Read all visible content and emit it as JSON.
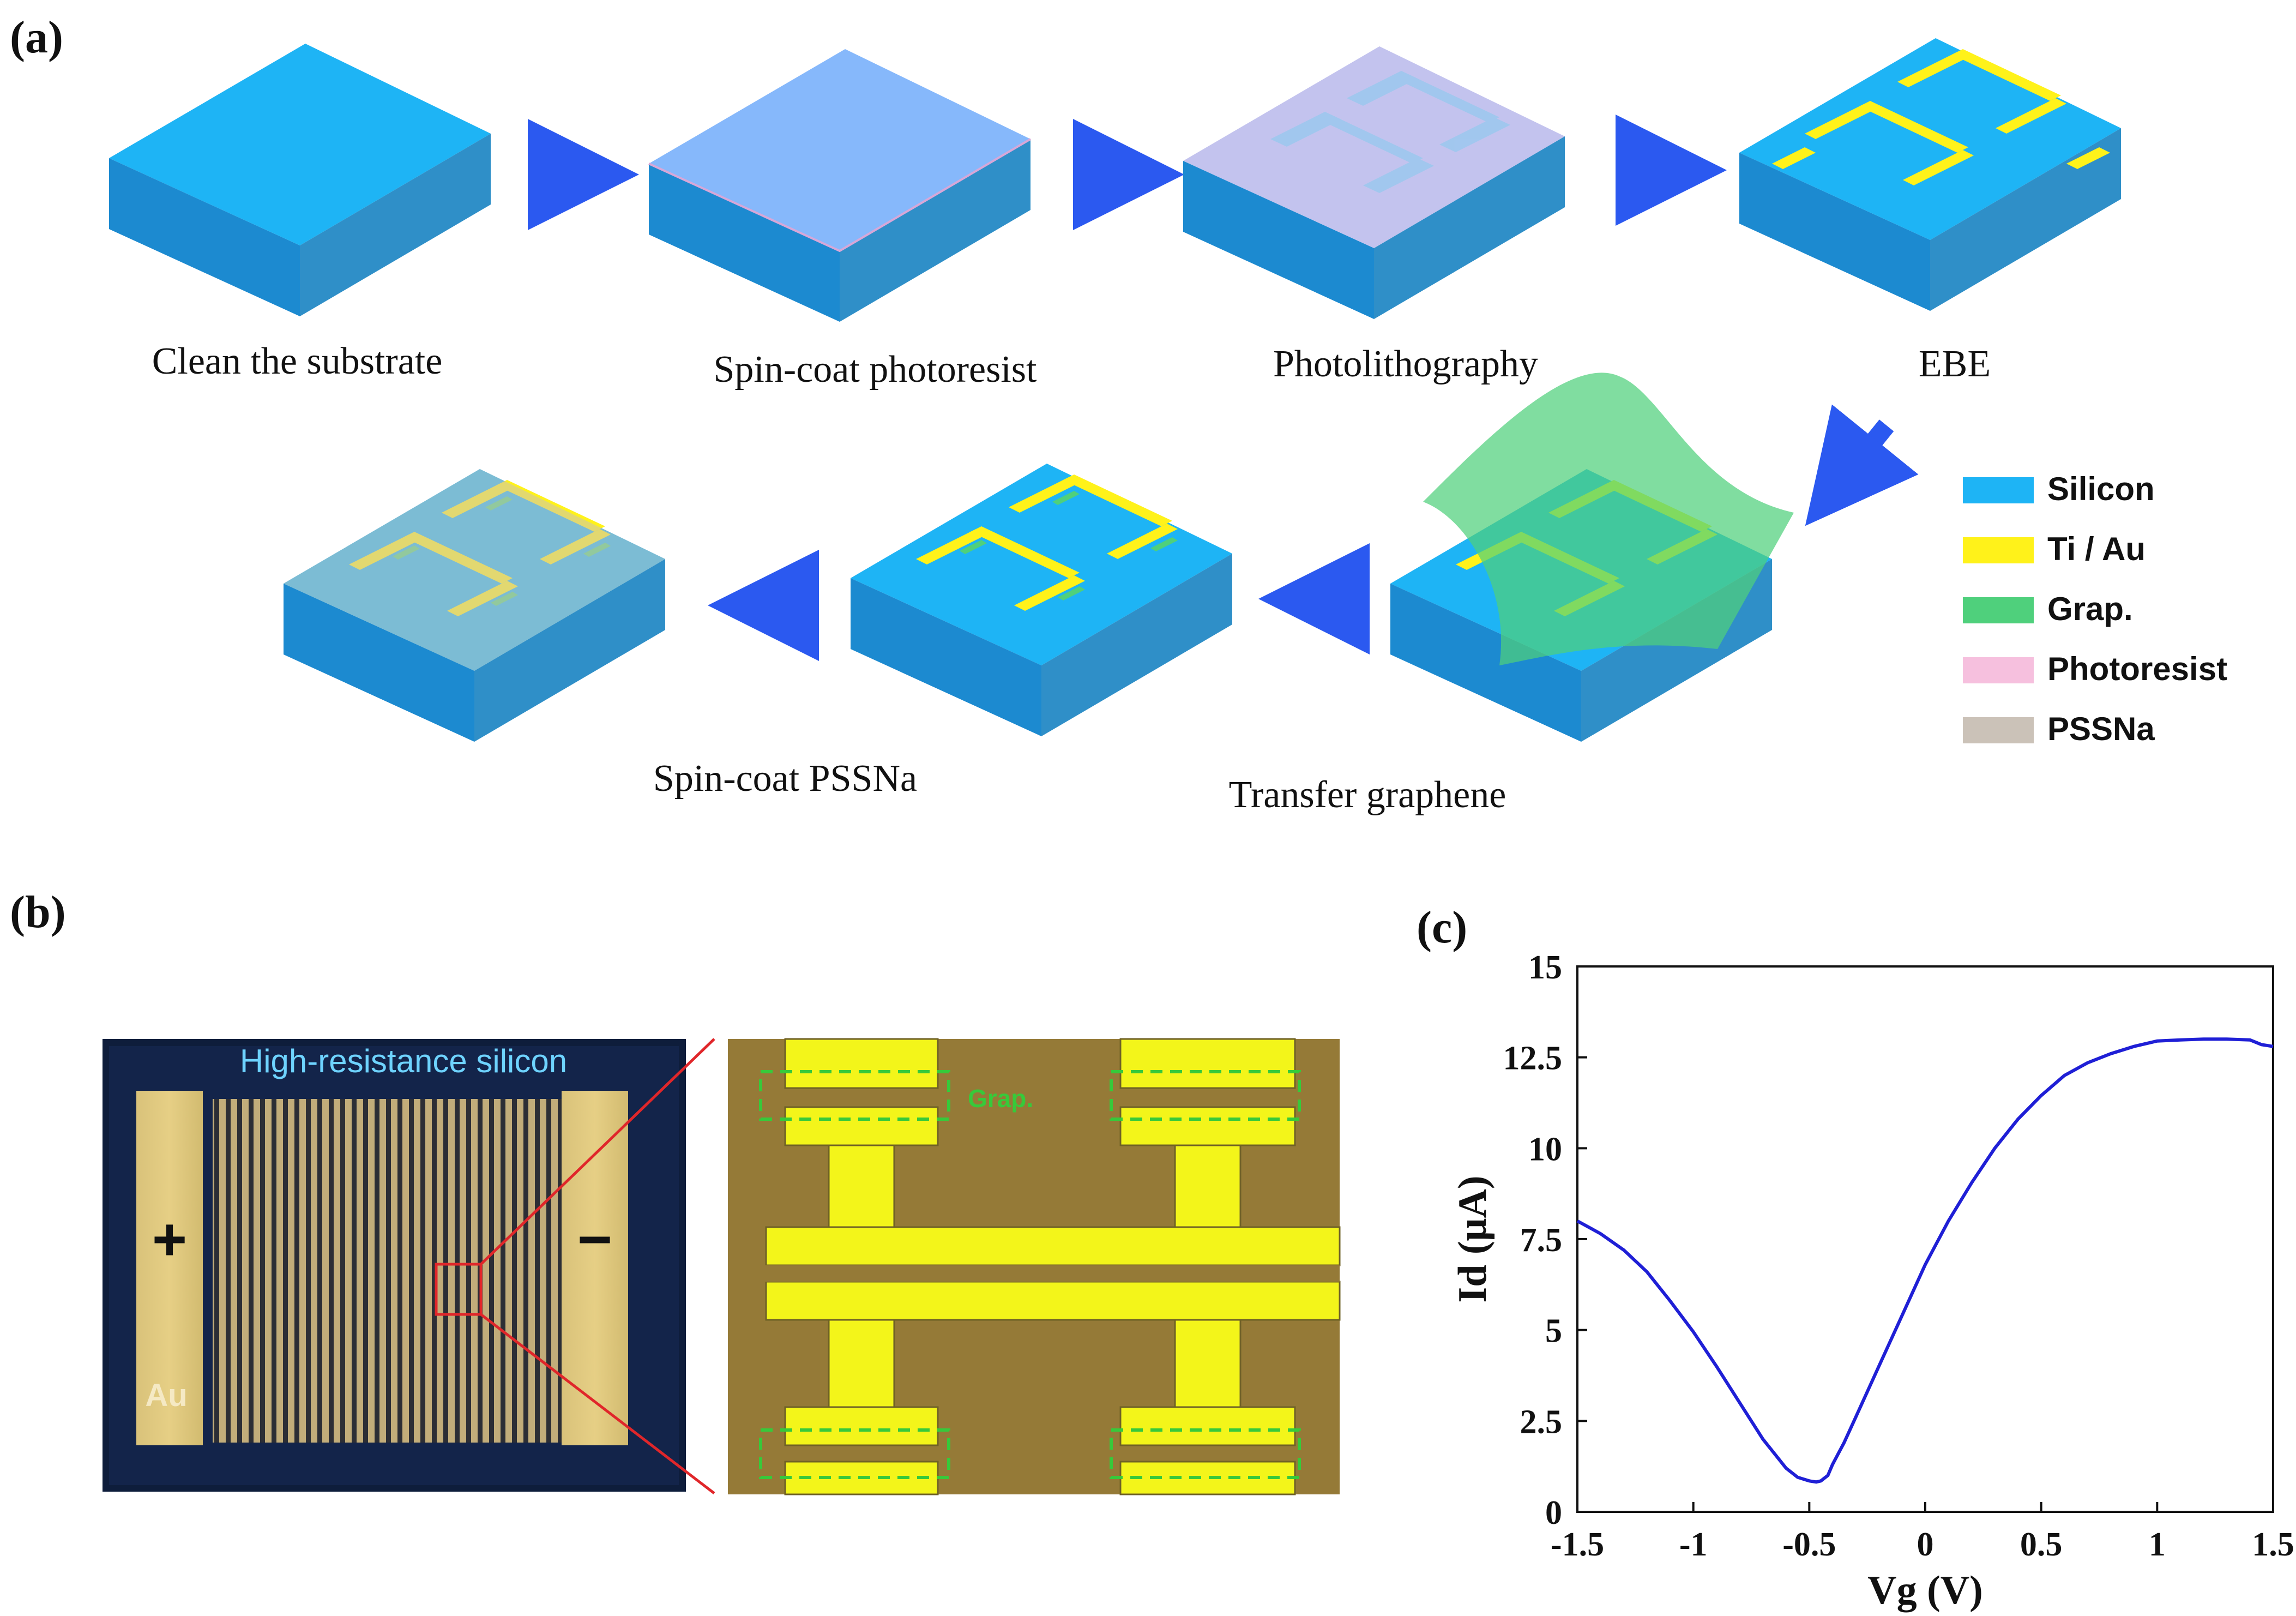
{
  "panels": {
    "a": "(a)",
    "b": "(b)",
    "c": "(c)"
  },
  "steps": {
    "clean": "Clean the substrate",
    "spin_photoresist": "Spin-coat photoresist",
    "photolithography": "Photolithography",
    "ebe": "EBE",
    "transfer": "Transfer graphene",
    "spin_pssna": "Spin-coat PSSNa"
  },
  "legend": [
    {
      "label": "Silicon",
      "color": "#1eb4f5"
    },
    {
      "label": "Ti / Au",
      "color": "#fff21a"
    },
    {
      "label": "Grap.",
      "color": "#4fd07c"
    },
    {
      "label": "Photoresist",
      "color": "#f6c0de"
    },
    {
      "label": "PSSNa",
      "color": "#cbc2b8"
    }
  ],
  "micrograph": {
    "substrate_label": "High-resistance silicon",
    "plus": "+",
    "minus": "−",
    "electrode_label": "Au",
    "graphene_label": "Grap."
  },
  "chart_data": {
    "type": "line",
    "title": "",
    "xlabel": "Vg (V)",
    "ylabel": "Id (μA)",
    "xlim": [
      -1.5,
      1.5
    ],
    "ylim": [
      0,
      15
    ],
    "xticks": [
      -1.5,
      -1,
      -0.5,
      0,
      0.5,
      1,
      1.5
    ],
    "xtick_labels": [
      "-1.5",
      "-1",
      "-0.5",
      "0",
      "0.5",
      "1",
      "1.5"
    ],
    "yticks": [
      0,
      2.5,
      5,
      7.5,
      10,
      12.5,
      15
    ],
    "ytick_labels": [
      "0",
      "2.5",
      "5",
      "7.5",
      "10",
      "12.5",
      "15"
    ],
    "grid": false,
    "line_color": "#1f1fd6",
    "series": [
      {
        "x": [
          -1.5,
          -1.4,
          -1.3,
          -1.2,
          -1.1,
          -1.0,
          -0.9,
          -0.8,
          -0.7,
          -0.6,
          -0.55,
          -0.5,
          -0.47,
          -0.45,
          -0.42,
          -0.4,
          -0.35,
          -0.3,
          -0.2,
          -0.1,
          0.0,
          0.1,
          0.2,
          0.3,
          0.4,
          0.5,
          0.6,
          0.7,
          0.8,
          0.9,
          1.0,
          1.1,
          1.2,
          1.3,
          1.4,
          1.45,
          1.5
        ],
        "y": [
          8.0,
          7.65,
          7.2,
          6.6,
          5.8,
          4.95,
          4.0,
          3.0,
          2.0,
          1.2,
          0.95,
          0.85,
          0.82,
          0.85,
          1.0,
          1.3,
          1.9,
          2.6,
          4.0,
          5.4,
          6.8,
          8.0,
          9.05,
          10.0,
          10.8,
          11.45,
          12.0,
          12.35,
          12.6,
          12.8,
          12.95,
          12.98,
          13.0,
          13.0,
          12.98,
          12.85,
          12.8
        ]
      }
    ]
  }
}
